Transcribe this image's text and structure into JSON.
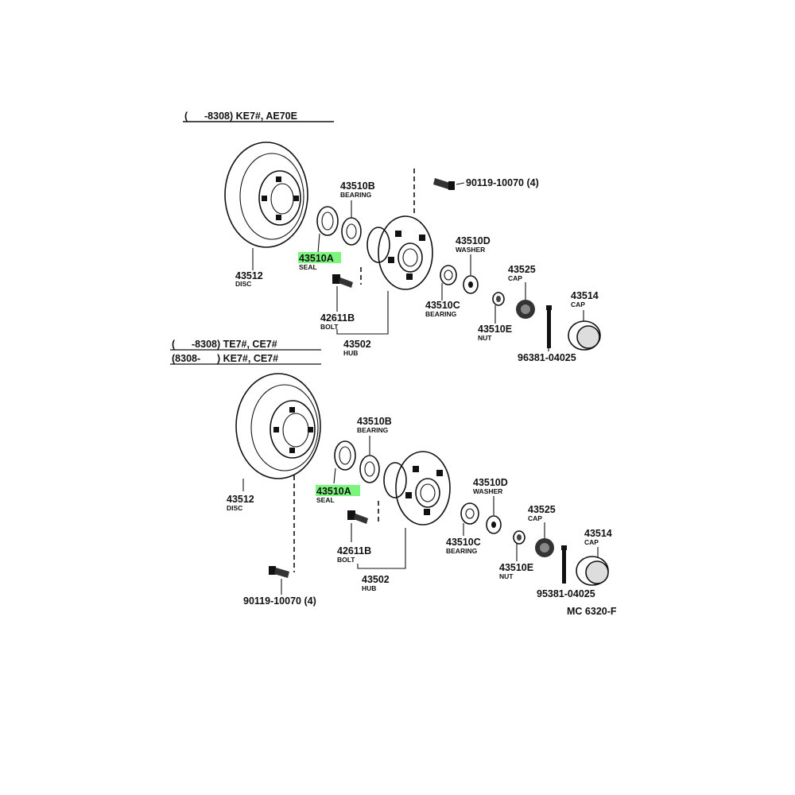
{
  "top_section": {
    "header": "(      -8308) KE7#, AE70E",
    "disc": {
      "number": "43512",
      "name": "DISC"
    },
    "bearing_b": {
      "number": "43510B",
      "name": "BEARING"
    },
    "seal": {
      "number": "43510A",
      "name": "SEAL",
      "highlighted": true,
      "highlight_color": "#7CF57C"
    },
    "bolt": {
      "number": "42611B",
      "name": "BOLT"
    },
    "hub": {
      "number": "43502",
      "name": "HUB"
    },
    "stud": {
      "number": "90119-10070 (4)"
    },
    "washer": {
      "number": "43510D",
      "name": "WASHER"
    },
    "bearing_c": {
      "number": "43510C",
      "name": "BEARING"
    },
    "cap_25": {
      "number": "43525",
      "name": "CAP"
    },
    "nut": {
      "number": "43510E",
      "name": "NUT"
    },
    "cap_14": {
      "number": "43514",
      "name": "CAP"
    },
    "pin": {
      "number": "96381-04025"
    }
  },
  "bottom_section": {
    "header_line1": "(      -8308) TE7#, CE7#",
    "header_line2": "(8308-      ) KE7#, CE7#",
    "disc": {
      "number": "43512",
      "name": "DISC"
    },
    "bearing_b": {
      "number": "43510B",
      "name": "BEARING"
    },
    "seal": {
      "number": "43510A",
      "name": "SEAL",
      "highlighted": true,
      "highlight_color": "#7CF57C"
    },
    "bolt": {
      "number": "42611B",
      "name": "BOLT"
    },
    "hub": {
      "number": "43502",
      "name": "HUB"
    },
    "stud": {
      "number": "90119-10070 (4)"
    },
    "washer": {
      "number": "43510D",
      "name": "WASHER"
    },
    "bearing_c": {
      "number": "43510C",
      "name": "BEARING"
    },
    "cap_25": {
      "number": "43525",
      "name": "CAP"
    },
    "nut": {
      "number": "43510E",
      "name": "NUT"
    },
    "cap_14": {
      "number": "43514",
      "name": "CAP"
    },
    "pin": {
      "number": "95381-04025"
    }
  },
  "figure_code": "MC 6320-F"
}
